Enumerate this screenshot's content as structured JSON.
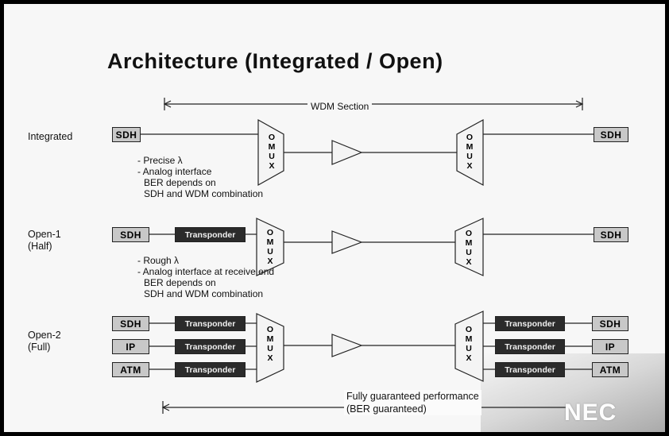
{
  "title": "Architecture (Integrated / Open)",
  "wdm_section_label": "WDM Section",
  "mux_letters": [
    "O",
    "M",
    "U",
    "X"
  ],
  "rows": [
    {
      "label_lines": [
        "Integrated"
      ],
      "notes": [
        "- Precise λ",
        "- Analog interface",
        "BER depends on",
        "SDH and WDM combination"
      ],
      "left_boxes": [
        "SDH"
      ],
      "right_boxes": [
        "SDH"
      ]
    },
    {
      "label_lines": [
        "Open-1",
        "(Half)"
      ],
      "notes": [
        "- Rough λ",
        "- Analog interface at receive end",
        "BER depends on",
        "SDH and WDM combination"
      ],
      "left_boxes": [
        "SDH"
      ],
      "left_transponders": [
        "Transponder"
      ],
      "right_boxes": [
        "SDH"
      ]
    },
    {
      "label_lines": [
        "Open-2",
        "(Full)"
      ],
      "left_boxes": [
        "SDH",
        "IP",
        "ATM"
      ],
      "left_transponders": [
        "Transponder",
        "Transponder",
        "Transponder"
      ],
      "right_transponders": [
        "Transponder",
        "Transponder",
        "Transponder"
      ],
      "right_boxes": [
        "SDH",
        "IP",
        "ATM"
      ]
    }
  ],
  "footer_lines": [
    "Fully guaranteed performance",
    "(BER guaranteed)"
  ],
  "logo": "NEC"
}
